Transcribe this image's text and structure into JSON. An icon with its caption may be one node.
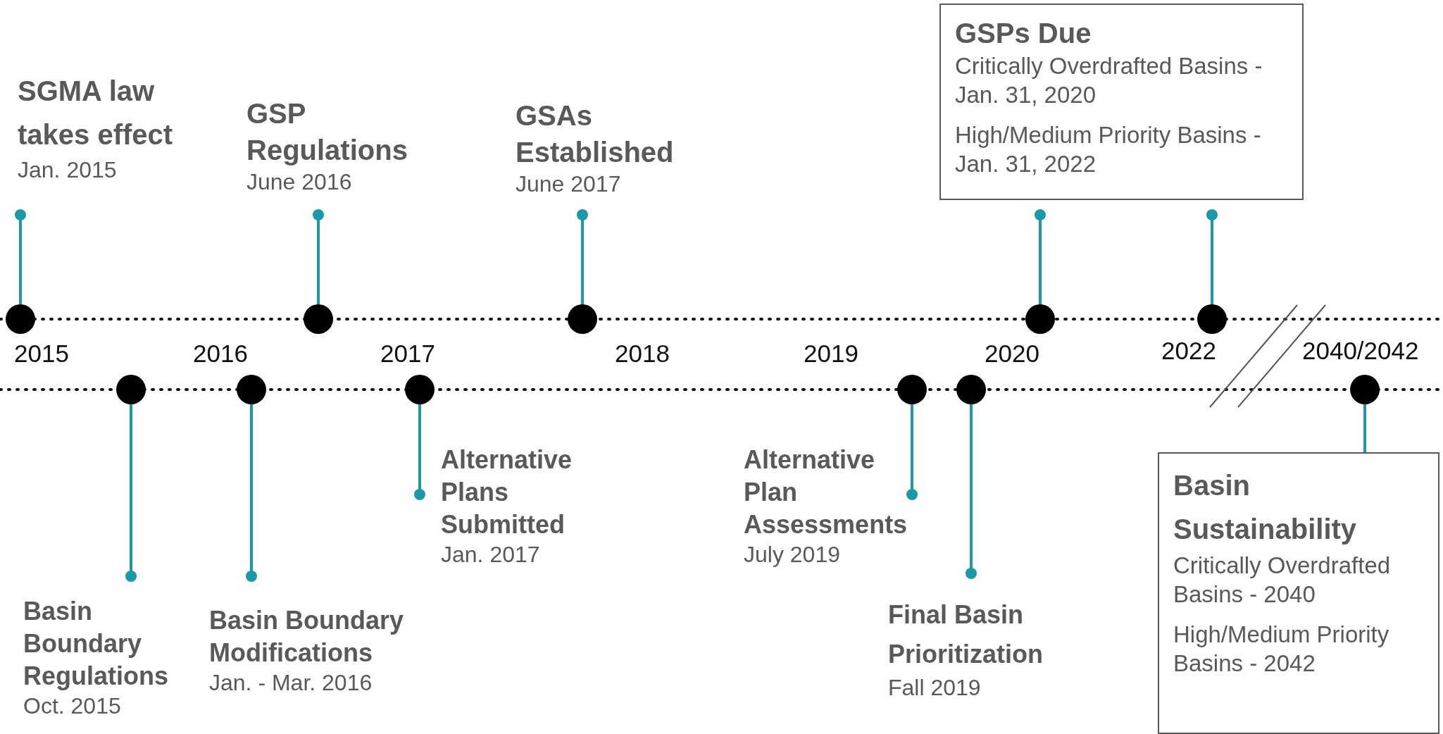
{
  "diagram": {
    "nodes": [
      {
        "text": [
          "SGMA law takes effect",
          "Jan. 2015"
        ]
      },
      {
        "text": [
          "GSP Regulations",
          "June 2016"
        ]
      },
      {
        "text": [
          "GSAs Established",
          "June 2017"
        ]
      },
      {
        "text": [
          "GSPs Due",
          "Critically Overdrafted Basins - Jan. 31, 2020",
          "High/Medium Priority Basins - Jan. 31, 2022"
        ]
      },
      {
        "text": [
          "Alternative Plans Submitted",
          "Jan. 2017"
        ]
      },
      {
        "text": [
          "Alternative Plan Assessments",
          "July 2019"
        ]
      },
      {
        "text": [
          "Basin Sustainability",
          "Critically Overdrafted Basins - 2040",
          "High/Medium Priority Basins - 2042"
        ]
      },
      {
        "text": [
          "Basin Boundary Regulations",
          "Oct. 2015"
        ]
      },
      {
        "text": [
          "Basin Boundary Modifications",
          "Jan. - Mar. 2016"
        ]
      },
      {
        "text": [
          "Final Basin Prioritization",
          "Fall 2019"
        ]
      }
    ],
    "labels": [
      "2015",
      "2016",
      "2017",
      "2018",
      "2019",
      "2020",
      "2022",
      "2040/2042"
    ]
  }
}
